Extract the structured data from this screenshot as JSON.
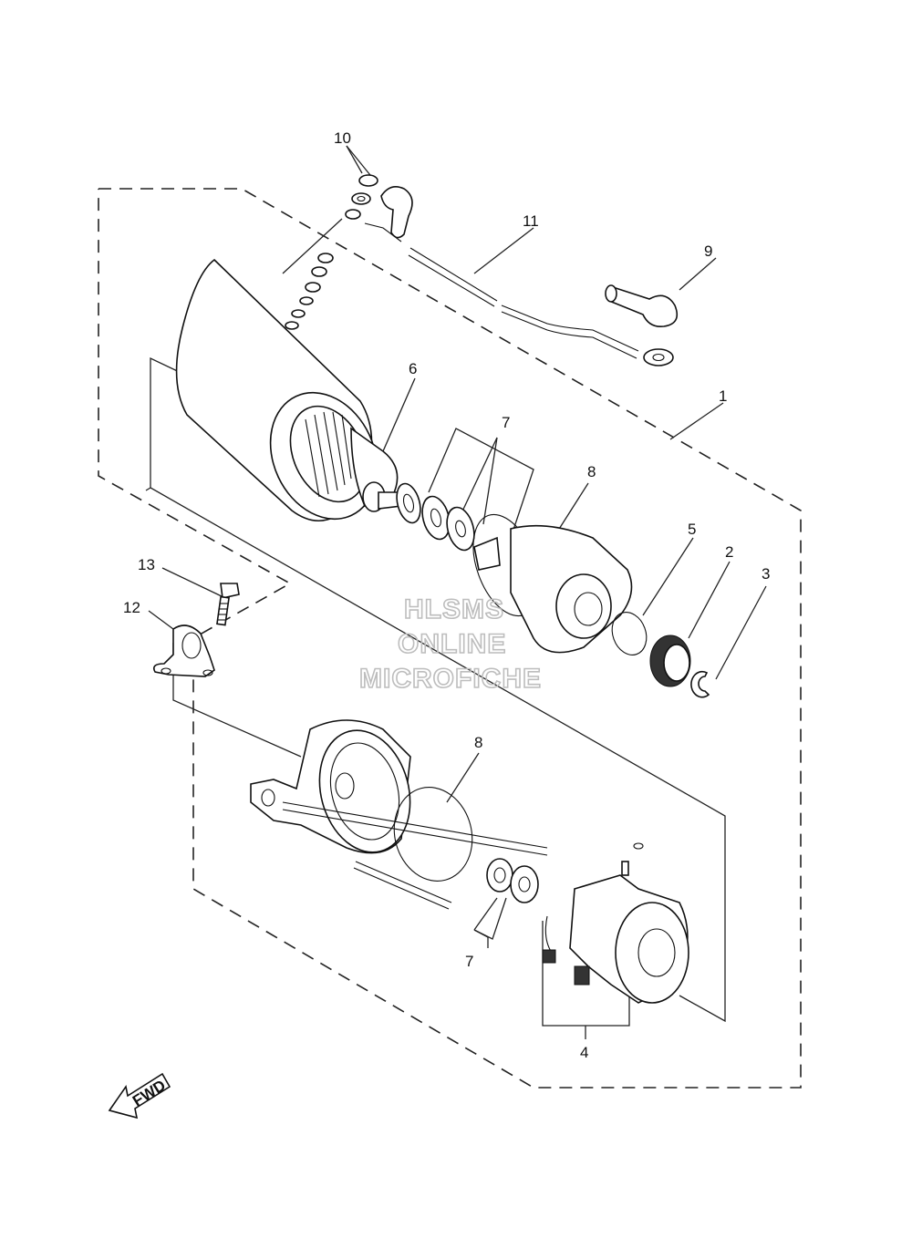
{
  "callouts": [
    {
      "id": "10",
      "text": "10"
    },
    {
      "id": "11",
      "text": "11"
    },
    {
      "id": "9",
      "text": "9"
    },
    {
      "id": "6",
      "text": "6"
    },
    {
      "id": "1",
      "text": "1"
    },
    {
      "id": "7a",
      "text": "7"
    },
    {
      "id": "8a",
      "text": "8"
    },
    {
      "id": "5",
      "text": "5"
    },
    {
      "id": "2",
      "text": "2"
    },
    {
      "id": "3",
      "text": "3"
    },
    {
      "id": "13",
      "text": "13"
    },
    {
      "id": "12",
      "text": "12"
    },
    {
      "id": "8b",
      "text": "8"
    },
    {
      "id": "7b",
      "text": "7"
    },
    {
      "id": "4",
      "text": "4"
    }
  ],
  "watermark": {
    "line1": "HLSMS",
    "line2": "ONLINE",
    "line3": "MICROFICHE"
  },
  "fwd_label": "FWD"
}
